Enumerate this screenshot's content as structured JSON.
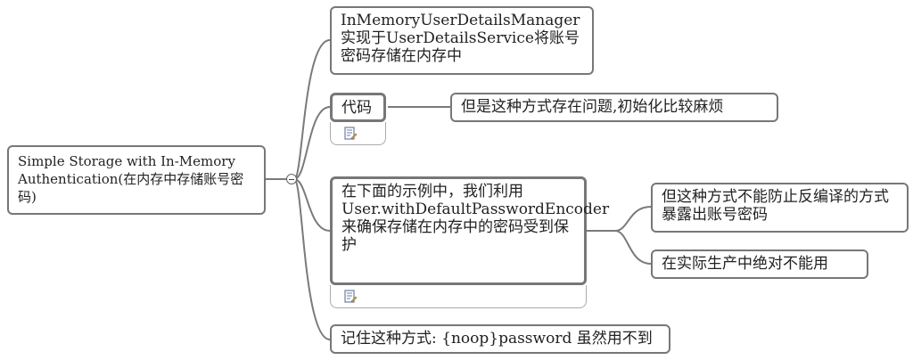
{
  "mindmap": {
    "root": {
      "label": "Simple Storage with In-Memory Authentication(在内存中存储账号密码)"
    },
    "branches": [
      {
        "label": "InMemoryUserDetailsManager\n实现于UserDetailsService将账号密码存储在内存中"
      },
      {
        "label": "代码",
        "has_note": true,
        "children": [
          {
            "label": "但是这种方式存在问题,初始化比较麻烦"
          }
        ]
      },
      {
        "label": "在下面的示例中，我们利用\nUser.withDefaultPasswordEncoder\n来确保存储在内存中的密码受到保护",
        "has_note": true,
        "children": [
          {
            "label": "但这种方式不能防止反编译的方式暴露出账号密码"
          },
          {
            "label": "在实际生产中绝对不能用"
          }
        ]
      },
      {
        "label": "记住这种方式: {noop}password 虽然用不到"
      }
    ]
  },
  "icons": {
    "collapse": "collapse-minus-icon",
    "note": "note-icon"
  },
  "colors": {
    "line": "#777777",
    "node_border": "#777777",
    "background": "#ffffff"
  }
}
